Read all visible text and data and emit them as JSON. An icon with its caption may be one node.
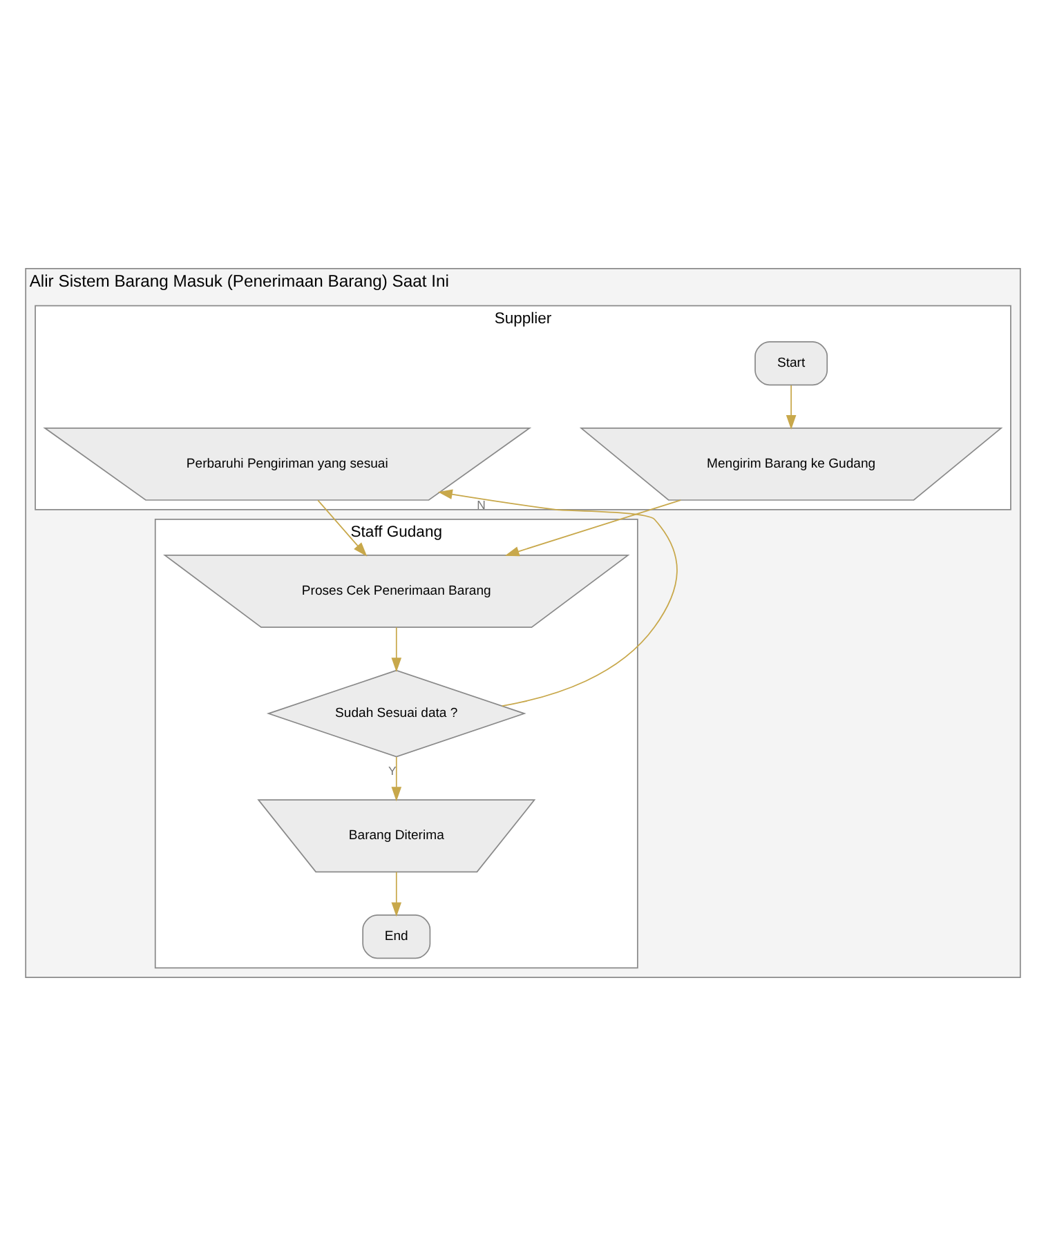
{
  "diagram": {
    "nodes": [
      {
        "text": [
          "Alir Sistem Barang Masuk (Penerimaan Barang) Saat Ini"
        ]
      },
      {
        "text": [
          "Supplier"
        ],
        "in": 0
      },
      {
        "text": [
          "Staff Gudang"
        ],
        "in": 0
      },
      {
        "text": [
          "Start"
        ],
        "in": 1
      },
      {
        "text": [
          "Mengirim Barang ke Gudang"
        ],
        "in": 1
      },
      {
        "text": [
          "Perbaruhi Pengiriman yang sesuai"
        ],
        "in": 1
      },
      {
        "text": [
          "Proses Cek Penerimaan Barang"
        ],
        "in": 2
      },
      {
        "text": [
          "Sudah Sesuai data ?"
        ],
        "in": 2
      },
      {
        "text": [
          "Barang Diterima"
        ],
        "in": 2
      },
      {
        "text": [
          "End"
        ],
        "in": 2
      }
    ],
    "edges": [
      {
        "from": 3,
        "to": 4,
        "arrow": "to"
      },
      {
        "from": 4,
        "to": 6,
        "arrow": "to"
      },
      {
        "from": 5,
        "to": 6,
        "arrow": "to"
      },
      {
        "from": 7,
        "to": 5,
        "label": "N",
        "arrow": "to"
      },
      {
        "from": 6,
        "to": 7,
        "arrow": "to"
      },
      {
        "from": 7,
        "to": 8,
        "label": "Y",
        "arrow": "to"
      },
      {
        "from": 8,
        "to": 9,
        "arrow": "to"
      }
    ]
  }
}
